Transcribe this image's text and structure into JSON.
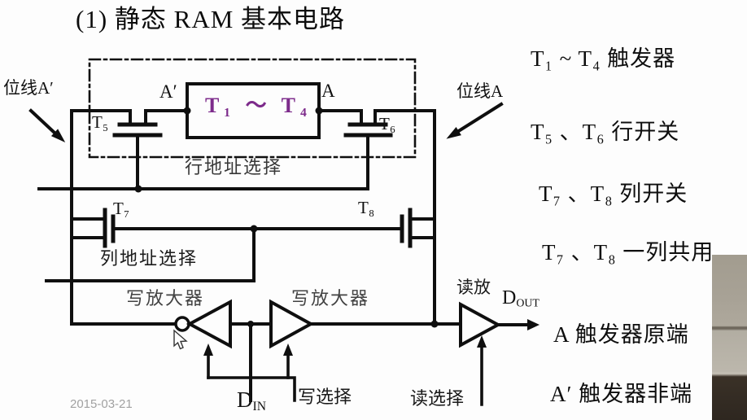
{
  "title": "(1) 静态 RAM 基本电路",
  "date": "2015-03-21",
  "colors": {
    "line": "#0f0f0f",
    "cell_text_purple": "#7d2b8b"
  },
  "diagram": {
    "bitline_a_prime": "位线A′",
    "bitline_a": "位线A",
    "node_a_prime": "A′",
    "node_a": "A",
    "cell_label": "T₁ ～ T₄",
    "t5": "T₅",
    "t6": "T₆",
    "t7": "T₇",
    "t8": "T₈",
    "row_select": "行地址选择",
    "col_select": "列地址选择",
    "write_amp_left": "写放大器",
    "write_amp_right": "写放大器",
    "read_amp": "读放",
    "d_in": {
      "base": "D",
      "sub": "IN"
    },
    "d_out": {
      "base": "D",
      "sub": "OUT"
    },
    "write_select": "写选择",
    "read_select": "读选择"
  },
  "legend": {
    "items": [
      "T₁ ~ T₄ 触发器",
      "T₅ 、T₆ 行开关",
      "T₇ 、T₈ 列开关",
      "T₇ 、T₈ 一列共用",
      "A 触发器原端",
      "A′ 触发器非端"
    ]
  }
}
